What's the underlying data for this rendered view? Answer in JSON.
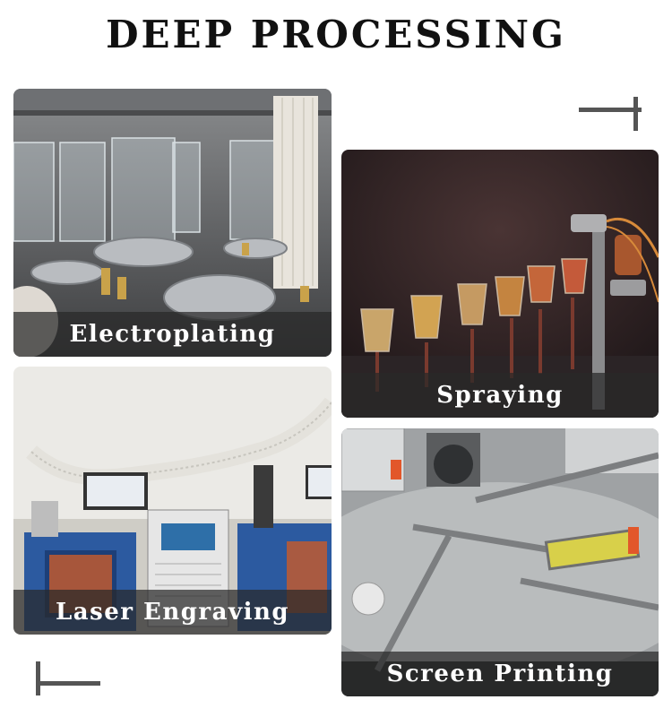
{
  "header": {
    "title": "DEEP PROCESSING"
  },
  "cards": [
    {
      "label": "Electroplating"
    },
    {
      "label": "Spraying"
    },
    {
      "label": "Laser Engraving"
    },
    {
      "label": "Screen Printing"
    }
  ],
  "colors": {
    "caption_bg": "#2a2a2a",
    "accent_cup": "#e0a040",
    "deco_line": "#555555"
  }
}
